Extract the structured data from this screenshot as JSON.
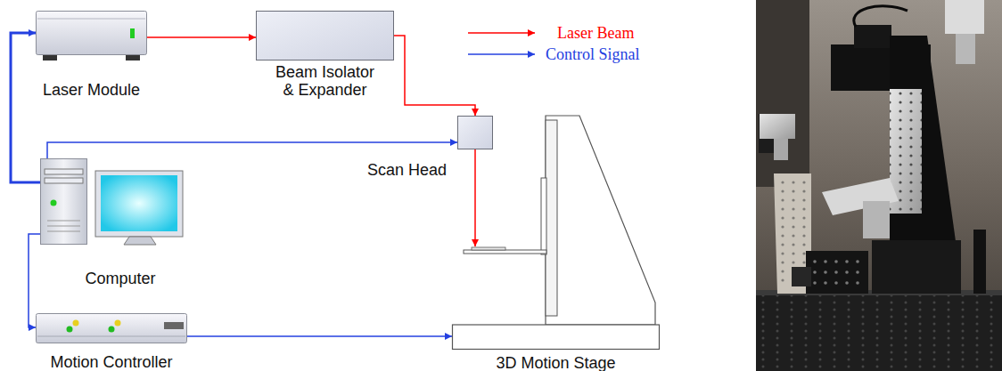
{
  "diagram": {
    "nodes": [
      {
        "text": [
          "Laser Module"
        ]
      },
      {
        "text": [
          "Beam Isolator & Expander"
        ]
      },
      {
        "text": [
          "Scan Head"
        ]
      },
      {
        "text": [
          "Computer"
        ]
      },
      {
        "text": [
          "Motion Controller"
        ]
      },
      {
        "text": [
          "3D Motion Stage"
        ]
      }
    ],
    "edges": [
      {
        "from": 0,
        "to": 1,
        "arrow": "to"
      },
      {
        "from": 1,
        "to": 2,
        "arrow": "to"
      },
      {
        "from": 2,
        "to": 5,
        "arrow": "to"
      },
      {
        "from": 3,
        "to": 0,
        "arrow": "to"
      },
      {
        "from": 3,
        "to": 2,
        "arrow": "to"
      },
      {
        "from": 3,
        "to": 4,
        "arrow": "to"
      },
      {
        "from": 4,
        "to": 5,
        "arrow": "to"
      }
    ],
    "legend": [
      {
        "text": "Laser Beam"
      },
      {
        "text": "Control Signal"
      }
    ]
  }
}
